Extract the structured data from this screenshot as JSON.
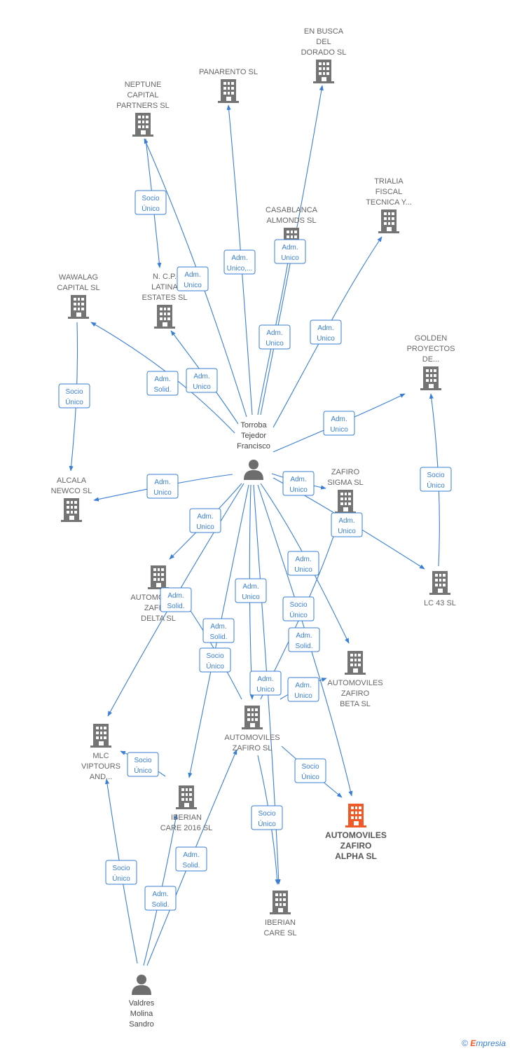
{
  "colors": {
    "building": "#747474",
    "highlight": "#f05a28",
    "person": "#6d6d6d",
    "edge": "#3a7fd5"
  },
  "companies": [
    {
      "id": "en-busca",
      "lines": [
        "EN BUSCA",
        "DEL",
        "DORADO  SL"
      ],
      "highlight": false
    },
    {
      "id": "panarento",
      "lines": [
        "PANARENTO SL"
      ],
      "highlight": false
    },
    {
      "id": "neptune",
      "lines": [
        "NEPTUNE",
        "CAPITAL",
        "PARTNERS  SL"
      ],
      "highlight": false
    },
    {
      "id": "trialia",
      "lines": [
        "TRIALIA",
        "FISCAL",
        "TECNICA Y..."
      ],
      "highlight": false
    },
    {
      "id": "casablanca",
      "lines": [
        "CASABLANCA",
        "ALMONDS  SL"
      ],
      "highlight": false
    },
    {
      "id": "wawalag",
      "lines": [
        "WAWALAG",
        "CAPITAL  SL"
      ],
      "highlight": false
    },
    {
      "id": "ncp",
      "lines": [
        "N. C.P.",
        "LATINA",
        "ESTATES  SL"
      ],
      "highlight": false
    },
    {
      "id": "golden",
      "lines": [
        "GOLDEN",
        "PROYECTOS",
        "DE..."
      ],
      "highlight": false
    },
    {
      "id": "alcala",
      "lines": [
        "ALCALA",
        "NEWCO  SL"
      ],
      "highlight": false
    },
    {
      "id": "zafiro-sigma",
      "lines": [
        "ZAFIRO",
        "SIGMA  SL"
      ],
      "highlight": false
    },
    {
      "id": "lc43",
      "lines": [
        "LC 43 SL"
      ],
      "highlight": false
    },
    {
      "id": "zafiro-delta",
      "lines": [
        "AUTOMOVILES",
        "ZAFIRO",
        "DELTA  SL"
      ],
      "highlight": false
    },
    {
      "id": "zafiro-beta",
      "lines": [
        "AUTOMOVILES",
        "ZAFIRO",
        "BETA  SL"
      ],
      "highlight": false
    },
    {
      "id": "zafiro",
      "lines": [
        "AUTOMOVILES",
        "ZAFIRO  SL"
      ],
      "highlight": false
    },
    {
      "id": "mlc",
      "lines": [
        "MLC",
        "VIPTOURS",
        "AND..."
      ],
      "highlight": false
    },
    {
      "id": "iberian-2016",
      "lines": [
        "IBERIAN",
        "CARE 2016  SL"
      ],
      "highlight": false
    },
    {
      "id": "zafiro-alpha",
      "lines": [
        "AUTOMOVILES",
        "ZAFIRO",
        "ALPHA  SL"
      ],
      "highlight": true
    },
    {
      "id": "iberian",
      "lines": [
        "IBERIAN",
        "CARE  SL"
      ],
      "highlight": false
    }
  ],
  "people": [
    {
      "id": "torroba",
      "lines": [
        "Torroba",
        "Tejedor",
        "Francisco"
      ]
    },
    {
      "id": "valdres",
      "lines": [
        "Valdres",
        "Molina",
        "Sandro"
      ]
    }
  ],
  "relations": [
    {
      "id": "r1",
      "lines": [
        "Adm.",
        "Unico"
      ]
    },
    {
      "id": "r2",
      "lines": [
        "Adm.",
        "Unico,..."
      ]
    },
    {
      "id": "r3",
      "lines": [
        "Adm.",
        "Unico"
      ]
    },
    {
      "id": "r4",
      "lines": [
        "Socio",
        "Único"
      ]
    },
    {
      "id": "r5",
      "lines": [
        "Adm.",
        "Unico"
      ]
    },
    {
      "id": "r6",
      "lines": [
        "Adm.",
        "Unico"
      ]
    },
    {
      "id": "r7",
      "lines": [
        "Adm.",
        "Unico"
      ]
    },
    {
      "id": "r8",
      "lines": [
        "Adm.",
        "Solid."
      ]
    },
    {
      "id": "r9",
      "lines": [
        "Adm.",
        "Unico"
      ]
    },
    {
      "id": "r10",
      "lines": [
        "Socio",
        "Único"
      ]
    },
    {
      "id": "r11",
      "lines": [
        "Adm.",
        "Unico"
      ]
    },
    {
      "id": "r12",
      "lines": [
        "Socio",
        "Único"
      ]
    },
    {
      "id": "r13",
      "lines": [
        "Adm.",
        "Unico"
      ]
    },
    {
      "id": "r14",
      "lines": [
        "Adm.",
        "Unico"
      ]
    },
    {
      "id": "r15",
      "lines": [
        "Adm.",
        "Unico"
      ]
    },
    {
      "id": "r16",
      "lines": [
        "Adm.",
        "Unico"
      ]
    },
    {
      "id": "r17",
      "lines": [
        "Adm.",
        "Unico"
      ]
    },
    {
      "id": "r18",
      "lines": [
        "Adm.",
        "Solid."
      ]
    },
    {
      "id": "r19",
      "lines": [
        "Adm.",
        "Solid."
      ]
    },
    {
      "id": "r20",
      "lines": [
        "Socio",
        "Único"
      ]
    },
    {
      "id": "r21",
      "lines": [
        "Adm.",
        "Solid."
      ]
    },
    {
      "id": "r22",
      "lines": [
        "Adm.",
        "Unico"
      ]
    },
    {
      "id": "r23",
      "lines": [
        "Socio",
        "Único"
      ]
    },
    {
      "id": "r24",
      "lines": [
        "Adm.",
        "Unico"
      ]
    },
    {
      "id": "r25",
      "lines": [
        "Socio",
        "Único"
      ]
    },
    {
      "id": "r26",
      "lines": [
        "Socio",
        "Único"
      ]
    },
    {
      "id": "r27",
      "lines": [
        "Socio",
        "Único"
      ]
    },
    {
      "id": "r28",
      "lines": [
        "Socio",
        "Único"
      ]
    },
    {
      "id": "r29",
      "lines": [
        "Adm.",
        "Solid."
      ]
    },
    {
      "id": "r30",
      "lines": [
        "Adm.",
        "Solid."
      ]
    },
    {
      "id": "r31",
      "lines": [
        "Adm.",
        "Solid."
      ]
    }
  ],
  "footer": {
    "copyright": "©",
    "brand_e": "E",
    "brand_rest": "mpresia"
  }
}
